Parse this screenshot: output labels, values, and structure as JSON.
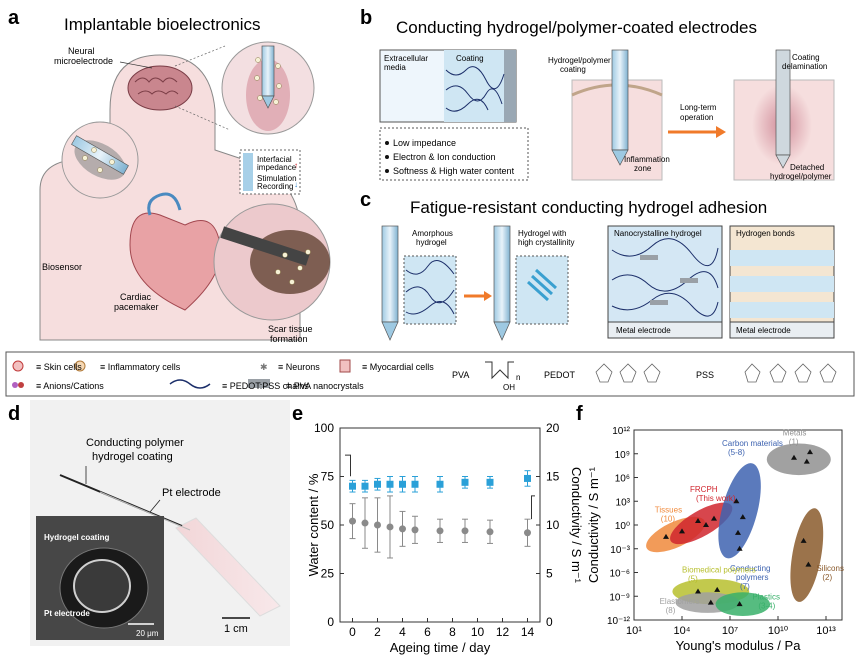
{
  "panels": {
    "a": {
      "letter": "a",
      "title": "Implantable bioelectronics",
      "labels": {
        "neural": "Neural",
        "neural2": "microelectrode",
        "biosensor": "Biosensor",
        "cardiac": "Cardiac",
        "pacemaker": "pacemaker",
        "scar": "Scar tissue",
        "formation": "formation",
        "interfacial": "Interfacial",
        "impedance": "impedance",
        "stimulation": "Stimulation",
        "recording": "Recording"
      }
    },
    "b": {
      "letter": "b",
      "title": "Conducting hydrogel/polymer-coated electrodes",
      "labels": {
        "extracellular": "Extracellular",
        "media": "media",
        "coating": "Coating",
        "hp1": "Hydrogel/polymer",
        "hp2": "coating",
        "infl1": "Inflammation",
        "infl2": "zone",
        "longterm1": "Long-term",
        "longterm2": "operation",
        "deloc1": "Coating",
        "deloc2": "delamination",
        "det1": "Detached",
        "det2": "hydrogel/polymer"
      },
      "bullets": [
        "Low impedance",
        "Electron & Ion conduction",
        "Softness & High water content"
      ]
    },
    "c": {
      "letter": "c",
      "title": "Fatigue-resistant conducting hydrogel adhesion",
      "labels": {
        "amor1": "Amorphous",
        "amor2": "hydrogel",
        "hc1": "Hydrogel with",
        "hc2": "high crystallinity",
        "nano": "Nanocrystalline hydrogel",
        "hbond": "Hydrogen bonds",
        "metal1": "Metal electrode",
        "metal2": "Metal electrode"
      }
    },
    "legend": {
      "items": [
        "Skin cells",
        "Inflammatory cells",
        "Neurons",
        "Myocardial cells",
        "Anions/Cations",
        "PEDOT:PSS chains",
        "PVA nanocrystals"
      ],
      "pva": "PVA",
      "pedot": "PEDOT",
      "pss": "PSS",
      "oh": "OH",
      "n": "n"
    },
    "d": {
      "letter": "d",
      "label1": "Conducting polymer",
      "label2": "hydrogel coating",
      "pt": "Pt electrode",
      "inset_coating": "Hydrogel coating",
      "inset_pt": "Pt electrode",
      "inset_scale": "20 μm",
      "scale": "1 cm"
    },
    "e": {
      "letter": "e"
    },
    "f": {
      "letter": "f"
    }
  },
  "chart_data": [
    {
      "type": "scatter",
      "panel": "e",
      "xlabel": "Ageing time / day",
      "ylabel_left": "Water content / %",
      "ylabel_right": "Conductivity / S m⁻¹",
      "xlim": [
        -1,
        15
      ],
      "ylim_left": [
        0,
        100
      ],
      "ylim_right": [
        0,
        20
      ],
      "xticks": [
        "0",
        "2",
        "4",
        "6",
        "8",
        "10",
        "12",
        "14"
      ],
      "yticks_left": [
        "0",
        "25",
        "50",
        "75",
        "100"
      ],
      "yticks_right": [
        "0",
        "5",
        "10",
        "15",
        "20"
      ],
      "grid": false,
      "series": [
        {
          "axis": "left",
          "color": "#2aa0d8",
          "points": [
            [
              0,
              70,
              3
            ],
            [
              1,
              70,
              3
            ],
            [
              2,
              71,
              3
            ],
            [
              3,
              71,
              4
            ],
            [
              4,
              71,
              4
            ],
            [
              5,
              71,
              4
            ],
            [
              7,
              71,
              4
            ],
            [
              9,
              72,
              3
            ],
            [
              11,
              72,
              3
            ],
            [
              14,
              74,
              4
            ]
          ]
        },
        {
          "axis": "right",
          "color": "#8a8a8a",
          "points": [
            [
              0,
              10.4,
              1.8
            ],
            [
              1,
              10.2,
              2.6
            ],
            [
              2,
              10.0,
              2.8
            ],
            [
              3,
              9.8,
              3.2
            ],
            [
              4,
              9.6,
              1.8
            ],
            [
              5,
              9.5,
              1.4
            ],
            [
              7,
              9.4,
              1.2
            ],
            [
              9,
              9.4,
              1.2
            ],
            [
              11,
              9.3,
              1.2
            ],
            [
              14,
              9.2,
              1.4
            ]
          ]
        }
      ]
    },
    {
      "type": "scatter",
      "panel": "f",
      "xlabel": "Young's modulus / Pa",
      "ylabel": "Conductivity / S m⁻¹",
      "xlog": true,
      "ylog": true,
      "xlim": [
        1,
        14
      ],
      "ylim": [
        -12,
        12
      ],
      "xticks": [
        "10¹",
        "10⁴",
        "10⁷",
        "10¹⁰",
        "10¹³"
      ],
      "yticks": [
        "10¹²",
        "10⁹",
        "10⁶",
        "10³",
        "10⁰",
        "10⁻³",
        "10⁻⁶",
        "10⁻⁹",
        "10⁻¹²"
      ],
      "groups": [
        {
          "name": "Tissues",
          "count": "(10)",
          "color": "#f08a3c"
        },
        {
          "name": "FRCPH",
          "count": "(This work)",
          "color": "#d0262e"
        },
        {
          "name": "Carbon materials",
          "count": "(5-8)",
          "color": "#3e63b0"
        },
        {
          "name": "Metals",
          "count": "(1)",
          "color": "#909090"
        },
        {
          "name": "Silicons",
          "count": "(2)",
          "color": "#8a5a2c"
        },
        {
          "name": "Conducting",
          "count": "polymers",
          "extra": "(7)",
          "color": "#3e63b0"
        },
        {
          "name": "Biomedical polymers",
          "count": "(5)",
          "color": "#b7bf2e"
        },
        {
          "name": "Elastomers",
          "count": "(8)",
          "color": "#a0a0a0"
        },
        {
          "name": "Plastics",
          "count": "(3-4)",
          "color": "#38b06a"
        }
      ]
    }
  ]
}
